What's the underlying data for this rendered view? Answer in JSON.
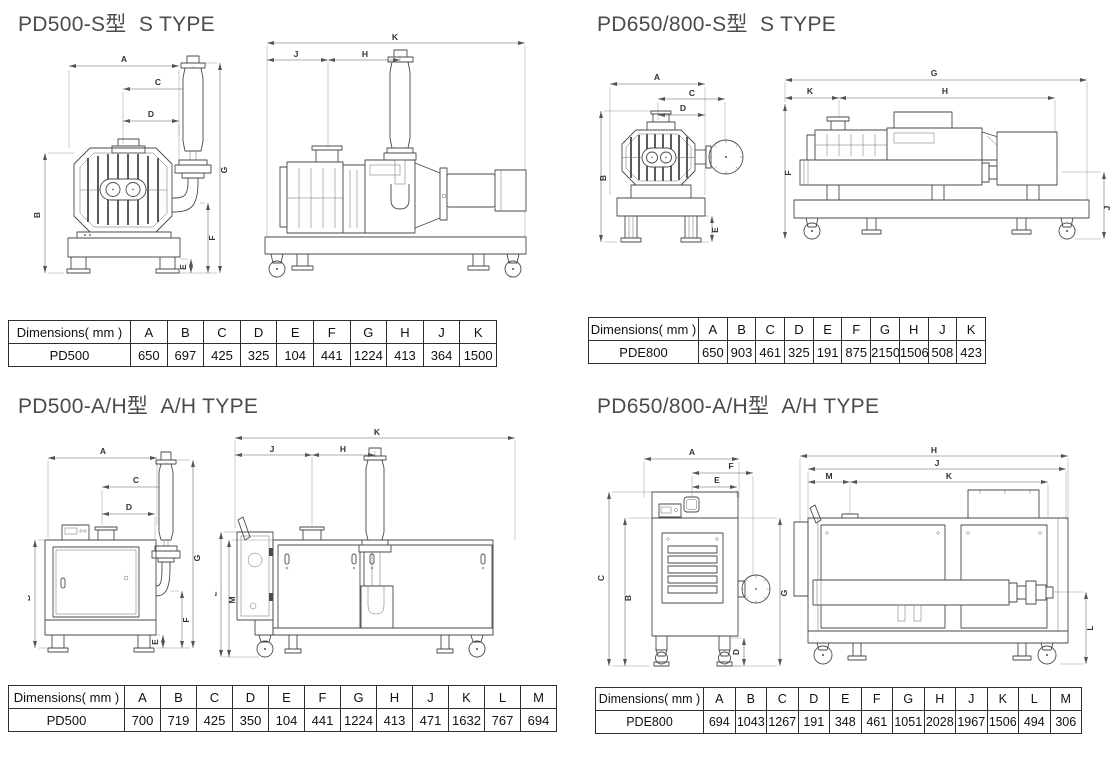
{
  "sections": {
    "pd500_s": {
      "title": "PD500-S型  S TYPE",
      "table": {
        "columns": [
          "Dimensions( mm )",
          "A",
          "B",
          "C",
          "D",
          "E",
          "F",
          "G",
          "H",
          "J",
          "K"
        ],
        "rows": [
          [
            "PD500",
            "650",
            "697",
            "425",
            "325",
            "104",
            "441",
            "1224",
            "413",
            "364",
            "1500"
          ]
        ]
      },
      "front_dims": {
        "a": "A",
        "b": "B",
        "c": "C",
        "d": "D",
        "e": "E",
        "f": "F",
        "g": "G"
      },
      "side_dims": {
        "h": "H",
        "j": "J",
        "k": "K"
      }
    },
    "pd650_800_s": {
      "title": "PD650/800-S型  S TYPE",
      "table": {
        "columns": [
          "Dimensions( mm )",
          "A",
          "B",
          "C",
          "D",
          "E",
          "F",
          "G",
          "H",
          "J",
          "K"
        ],
        "rows": [
          [
            "PDE800",
            "650",
            "903",
            "461",
            "325",
            "191",
            "875",
            "2150",
            "1506",
            "508",
            "423"
          ]
        ]
      },
      "front_dims": {
        "a": "A",
        "b": "B",
        "c": "C",
        "d": "D",
        "e": "E"
      },
      "side_dims": {
        "f": "F",
        "g": "G",
        "h": "H",
        "j": "J",
        "k": "K"
      }
    },
    "pd500_ah": {
      "title": "PD500-A/H型  A/H TYPE",
      "table": {
        "columns": [
          "Dimensions( mm )",
          "A",
          "B",
          "C",
          "D",
          "E",
          "F",
          "G",
          "H",
          "J",
          "K",
          "L",
          "M"
        ],
        "rows": [
          [
            "PD500",
            "700",
            "719",
            "425",
            "350",
            "104",
            "441",
            "1224",
            "413",
            "471",
            "1632",
            "767",
            "694"
          ]
        ]
      },
      "front_dims": {
        "a": "A",
        "b": "B",
        "c": "C",
        "d": "D",
        "e": "E",
        "f": "F",
        "g": "G"
      },
      "side_dims": {
        "h": "H",
        "j": "J",
        "k": "K",
        "l": "L",
        "m": "M"
      }
    },
    "pd650_800_ah": {
      "title": "PD650/800-A/H型  A/H TYPE",
      "table": {
        "columns": [
          "Dimensions( mm )",
          "A",
          "B",
          "C",
          "D",
          "E",
          "F",
          "G",
          "H",
          "J",
          "K",
          "L",
          "M"
        ],
        "rows": [
          [
            "PDE800",
            "694",
            "1043",
            "1267",
            "191",
            "348",
            "461",
            "1051",
            "2028",
            "1967",
            "1506",
            "494",
            "306"
          ]
        ]
      },
      "front_dims": {
        "a": "A",
        "b": "B",
        "c": "C",
        "d": "D",
        "e": "E",
        "f": "F",
        "g": "G"
      },
      "side_dims": {
        "h": "H",
        "j": "J",
        "k": "K",
        "l": "L",
        "m": "M"
      }
    }
  }
}
